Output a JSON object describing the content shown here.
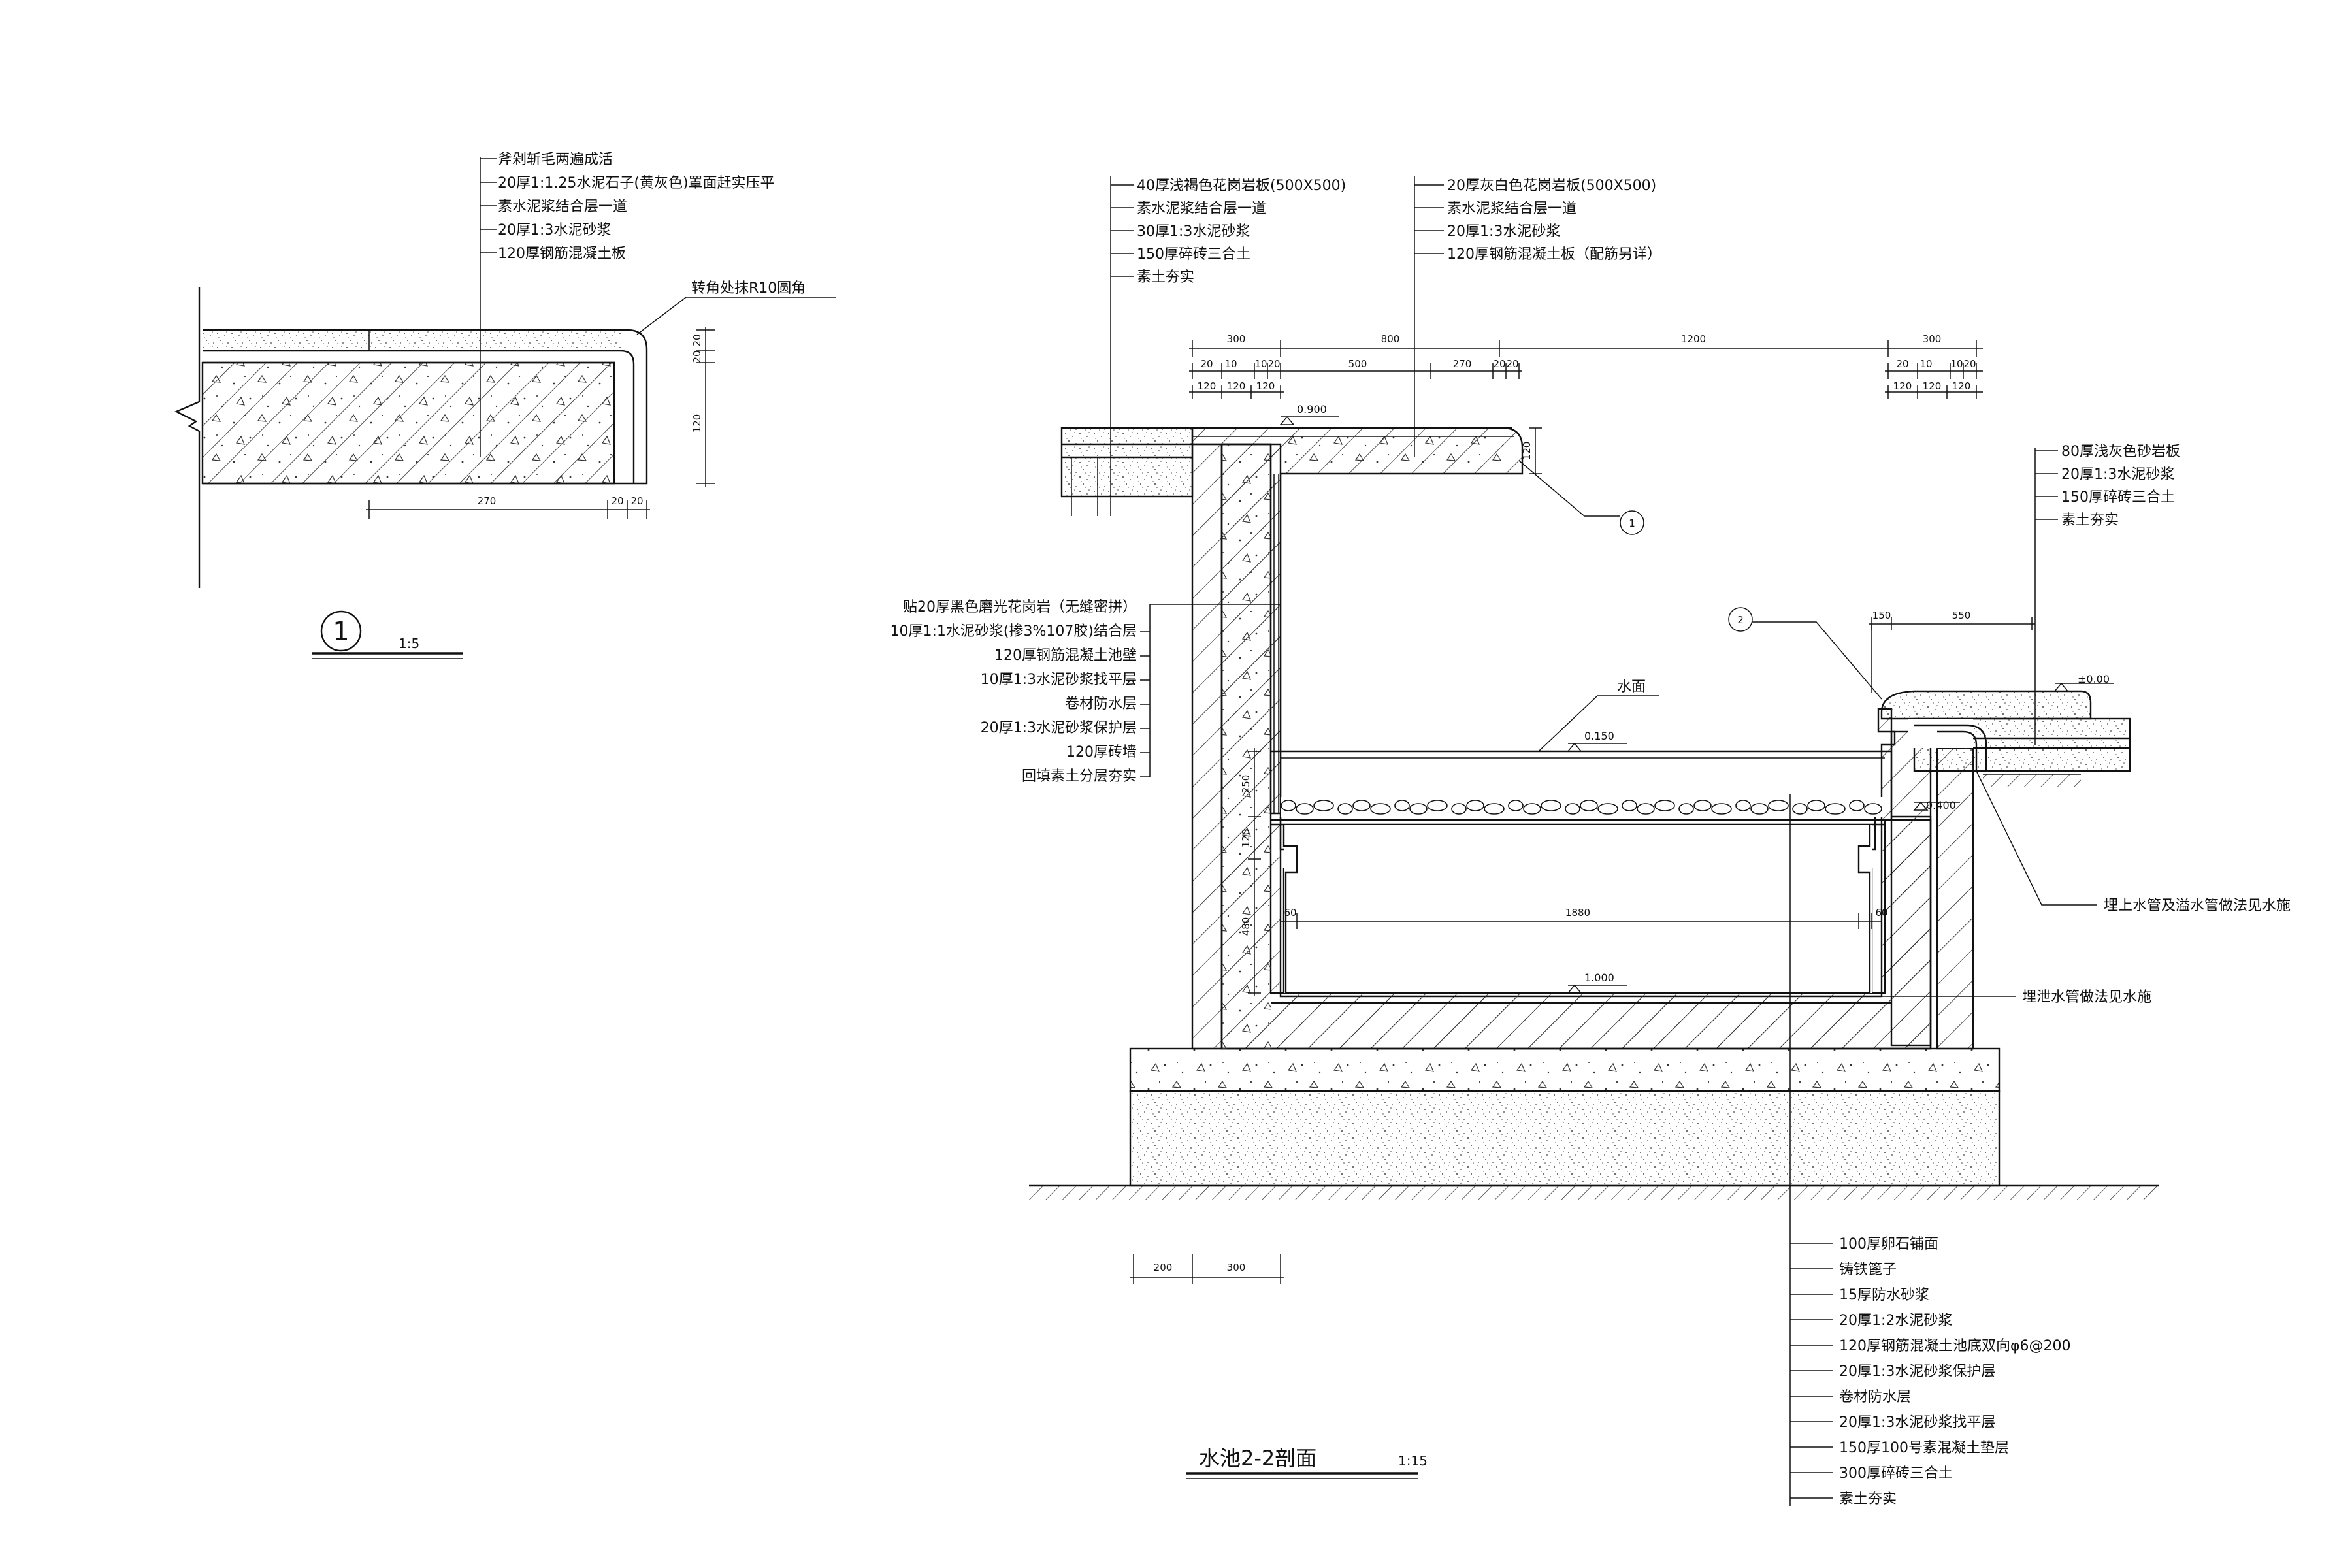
{
  "detail1": {
    "layers": [
      "斧剁斩毛两遍成活",
      "20厚1:1.25水泥石子(黄灰色)罩面赶实压平",
      "素水泥浆结合层一道",
      "20厚1:3水泥砂浆",
      "120厚钢筋混凝土板"
    ],
    "corner_note": "转角处抹R10圆角",
    "dims_right": [
      "20",
      "20",
      "120"
    ],
    "dims_bottom": [
      "270",
      "20",
      "20"
    ],
    "symbol": "1",
    "scale": "1:5"
  },
  "section": {
    "top_left_layers": [
      "40厚浅褐色花岗岩板(500X500)",
      "素水泥浆结合层一道",
      "30厚1:3水泥砂浆",
      "150厚碎砖三合土",
      "素土夯实"
    ],
    "top_mid_layers": [
      "20厚灰白色花岗岩板(500X500)",
      "素水泥浆结合层一道",
      "20厚1:3水泥砂浆",
      "120厚钢筋混凝土板（配筋另详）"
    ],
    "right_layers": [
      "80厚浅灰色砂岩板",
      "20厚1:3水泥砂浆",
      "150厚碎砖三合土",
      "素土夯实"
    ],
    "wall_layers": [
      "贴20厚黑色磨光花岗岩（无缝密拼）",
      "10厚1:1水泥砂浆(掺3%107胶)结合层",
      "120厚钢筋混凝土池壁",
      "10厚1:3水泥砂浆找平层",
      "卷材防水层",
      "20厚1:3水泥砂浆保护层",
      "120厚砖墙",
      "回填素土分层夯实"
    ],
    "bottom_layers": [
      "100厚卵石铺面",
      "铸铁篦子",
      "15厚防水砂浆",
      "20厚1:2水泥砂浆",
      "120厚钢筋混凝土池底双向φ6@200",
      "20厚1:3水泥砂浆保护层",
      "卷材防水层",
      "20厚1:3水泥砂浆找平层",
      "150厚100号素混凝土垫层",
      "300厚碎砖三合土",
      "素土夯实"
    ],
    "water_label": "水面",
    "pipe_note_1": "埋上水管及溢水管做法见水施",
    "pipe_note_2": "埋泄水管做法见水施",
    "callout_1": "1",
    "callout_2": "2",
    "elevations": [
      "0.900",
      "0.150",
      "0.400",
      "1.000",
      "±0.00"
    ],
    "dims_top_row": [
      "300",
      "800",
      "1200",
      "300"
    ],
    "dims_second_row": [
      "20",
      "10",
      "10",
      "20",
      "500",
      "270",
      "20",
      "20",
      "20",
      "10",
      "10",
      "20"
    ],
    "dims_third_row": [
      "120",
      "120",
      "120",
      "120",
      "120",
      "120"
    ],
    "dims_inner": [
      "1880",
      "60",
      "60"
    ],
    "dims_left_vertical": [
      "250",
      "120",
      "480"
    ],
    "dim_cap": "120",
    "dims_right_step": [
      "150",
      "550"
    ],
    "dims_bottom": [
      "200",
      "300"
    ],
    "title": "水池2-2剖面",
    "scale": "1:15"
  }
}
